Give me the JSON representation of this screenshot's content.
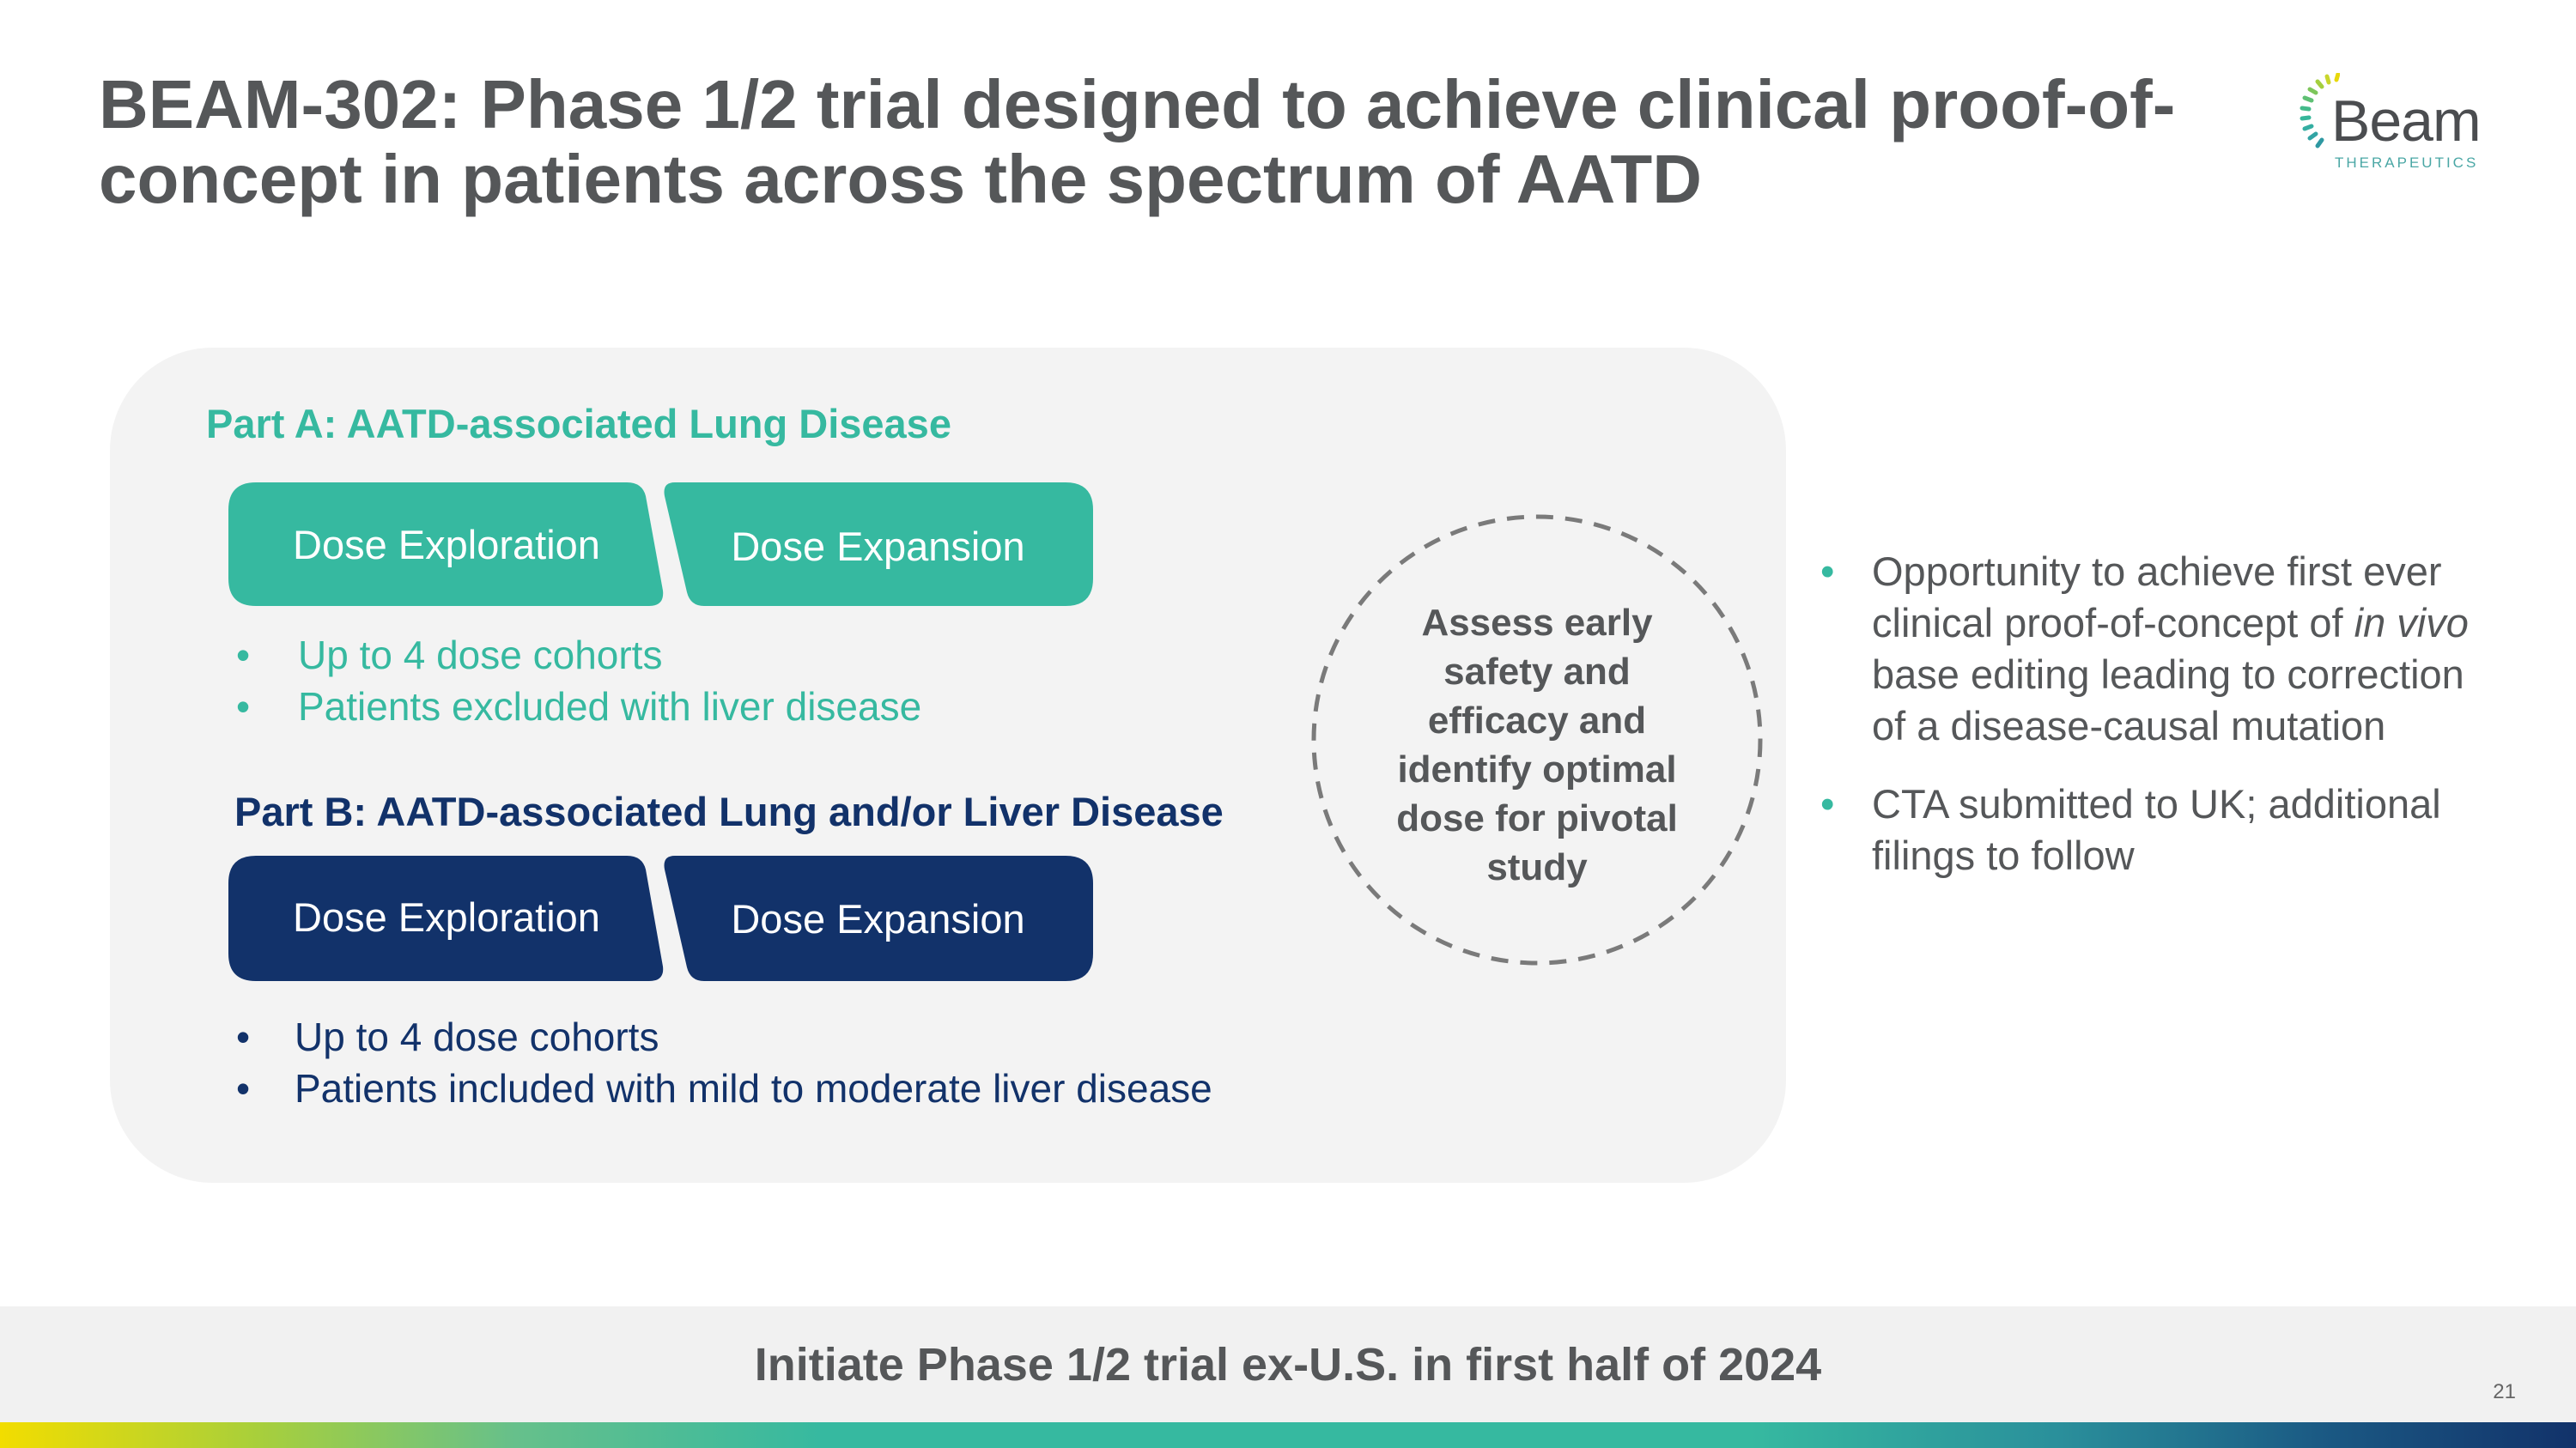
{
  "title": "BEAM-302: Phase 1/2 trial designed to achieve clinical proof-of-concept in patients across the spectrum of AATD",
  "logo": {
    "word": "Beam",
    "sub": "THERAPEUTICS"
  },
  "part_a": {
    "title": "Part A: AATD-associated Lung Disease",
    "stage1": "Dose Exploration",
    "stage2": "Dose Expansion",
    "bullets": [
      "Up to 4 dose cohorts",
      "Patients excluded with liver disease"
    ]
  },
  "part_b": {
    "title": "Part B: AATD-associated Lung and/or Liver Disease",
    "stage1": "Dose Exploration",
    "stage2": "Dose Expansion",
    "bullets": [
      "Up to 4 dose cohorts",
      "Patients included with mild to moderate liver disease"
    ]
  },
  "circle": {
    "lines": [
      "Assess early",
      "safety and",
      "efficacy and",
      "identify optimal",
      "dose for pivotal",
      "study"
    ]
  },
  "right": {
    "b1_pre": "Opportunity to achieve first ever clinical proof-of-concept of ",
    "b1_em": "in vivo",
    "b1_post": " base editing leading to correction of a disease-causal mutation",
    "b2": "CTA submitted to UK; additional filings to follow"
  },
  "footer": "Initiate Phase 1/2 trial ex-U.S. in first half of 2024",
  "page_number": "21",
  "colors": {
    "teal": "#36b9a0",
    "navy": "#12326a",
    "gray_text": "#555759",
    "panel": "#f3f3f3"
  }
}
